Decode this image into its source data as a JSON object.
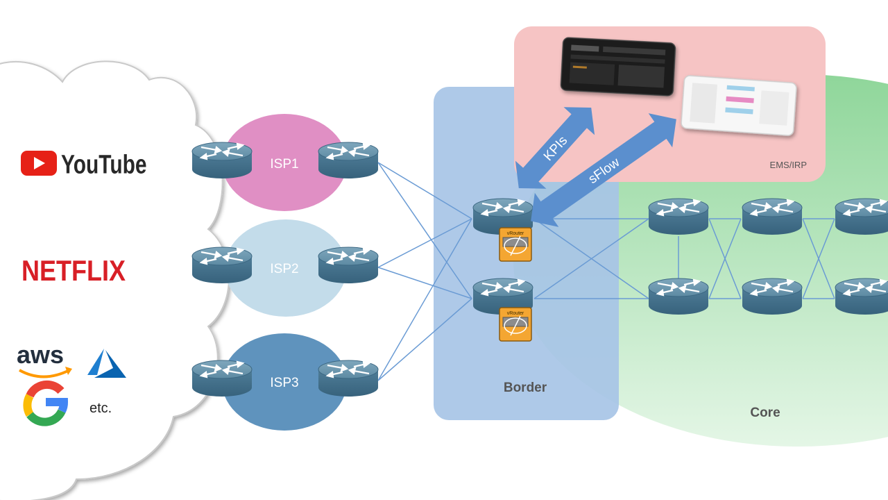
{
  "providers": {
    "youtube": "YouTube",
    "netflix": "NETFLIX",
    "aws": "aws",
    "etc": "etc."
  },
  "isps": [
    "ISP1",
    "ISP2",
    "ISP3"
  ],
  "zones": {
    "border": "Border",
    "core": "Core",
    "ems": "EMS/IRP"
  },
  "arrows": {
    "kpis": "KPIs",
    "sflow": "sFlow"
  },
  "vrouter": "vRouter",
  "colors": {
    "isp1": "#e08fc4",
    "isp2": "#c3dcea",
    "isp3": "#5f93bd",
    "border_zone": "#a7c4e6",
    "core_zone": "#bfe6c4",
    "ems_zone": "#f6c4c4",
    "arrow": "#5b8fce",
    "router": "#5f8ea8",
    "youtube_red": "#e62117",
    "netflix_red": "#d81f26"
  }
}
